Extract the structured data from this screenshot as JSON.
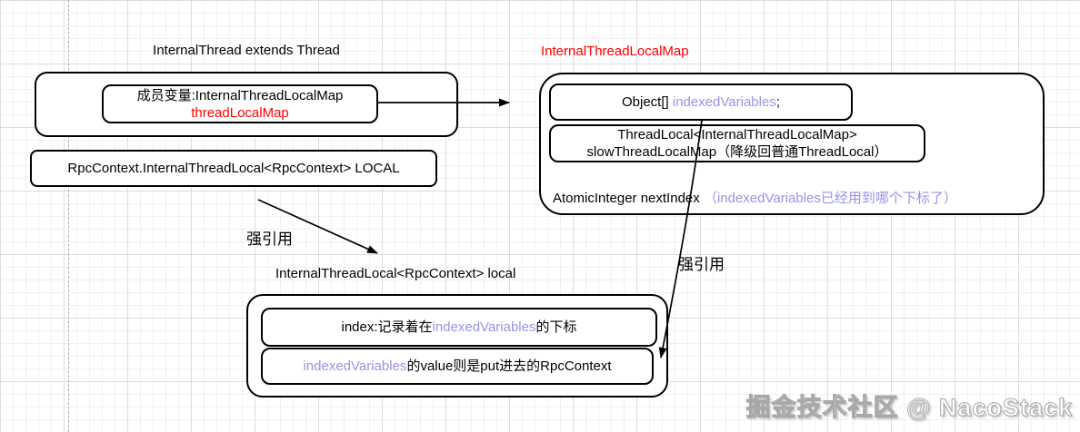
{
  "diagram": {
    "left_title": "InternalThread extends Thread",
    "member_line1": "成员变量:InternalThreadLocalMap",
    "member_line2": "threadLocalMap",
    "local_box": "RpcContext.InternalThreadLocal<RpcContext> LOCAL",
    "right_title": "InternalThreadLocalMap",
    "indexed_black": "Object[] ",
    "indexed_purple": "indexedVariables",
    "indexed_semi": ";",
    "slow_line1": "ThreadLocal<InternalThreadLocalMap>",
    "slow_line2": "slowThreadLocalMap（降级回普通ThreadLocal）",
    "next_black": "AtomicInteger nextIndex ",
    "next_purple": "（indexedVariables已经用到哪个下标了）",
    "strong_ref_left": "强引用",
    "strong_ref_right": "强引用",
    "local_ref_label": "InternalThreadLocal<RpcContext> local",
    "index_pre": "index:记录着在",
    "index_purple": "indexedVariables",
    "index_post": "的下标",
    "value_purple": "indexedVariables",
    "value_post": "的value则是put进去的RpcContext",
    "watermark": "掘金技术社区 @ NacoStack"
  },
  "colors": {
    "red": "#ff0000",
    "purple": "#9793e8"
  }
}
